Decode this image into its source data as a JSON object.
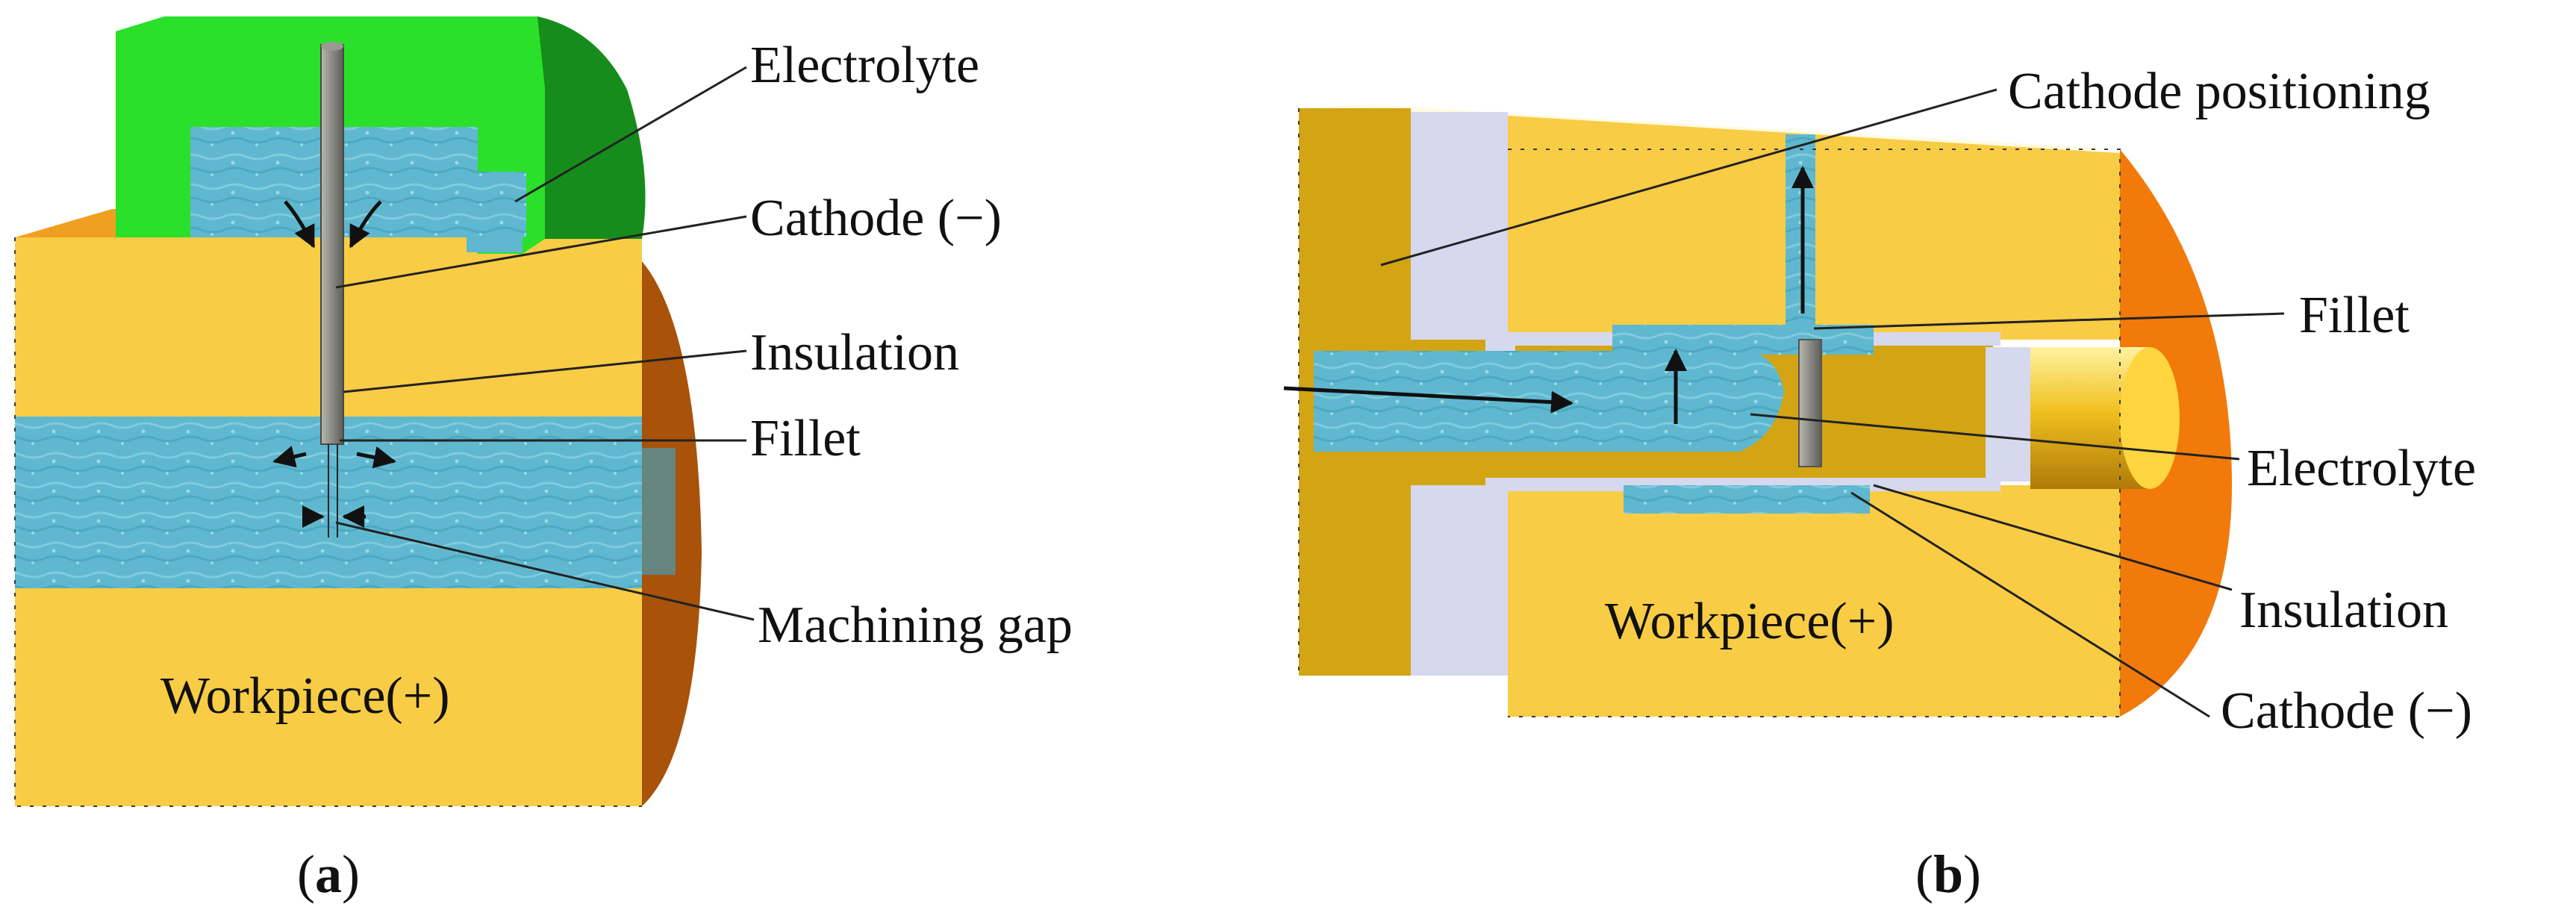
{
  "panel_a": {
    "labels": {
      "electrolyte": "Electrolyte",
      "cathode": "Cathode (−)",
      "insulation": "Insulation",
      "fillet": "Fillet",
      "machining_gap": "Machining gap",
      "workpiece": "Workpiece(+)"
    },
    "caption": {
      "open": "(",
      "letter": "a",
      "close": ")"
    }
  },
  "panel_b": {
    "labels": {
      "cathode_positioning": "Cathode positioning",
      "fillet": "Fillet",
      "electrolyte": "Electrolyte",
      "insulation": "Insulation",
      "cathode": "Cathode (−)",
      "workpiece": "Workpiece(+)"
    },
    "caption": {
      "open": "(",
      "letter": "b",
      "close": ")"
    }
  },
  "colors": {
    "workpiece": "#f9cc45",
    "workpiece_dark": "#d3a514",
    "workpiece_face": "#a8520a",
    "workpiece_face_b": "#f27a0a",
    "electrolyte": "#5fb8cf",
    "holder_green": "#2ae02a",
    "holder_green_dark": "#168c1c",
    "cathode_gray": "#8a8a84",
    "insulation": "#d6d8ee"
  }
}
